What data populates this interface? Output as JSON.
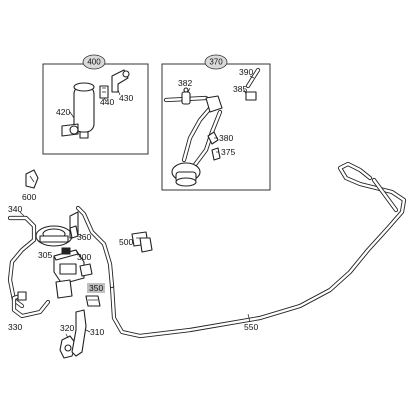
{
  "callout_groups": [
    {
      "id": "400",
      "labels": [
        "420",
        "440",
        "430"
      ]
    },
    {
      "id": "370",
      "labels": [
        "382",
        "390",
        "385",
        "380",
        "375"
      ]
    }
  ],
  "labels": {
    "l600": "600",
    "l340": "340",
    "l360": "360",
    "l305": "305",
    "l300": "300",
    "l500": "500",
    "l350": "350",
    "l330": "330",
    "l320": "320",
    "l310": "310",
    "l550": "550"
  },
  "colors": {
    "badge_fill": "#d9d9d9",
    "highlight_350": "#bfbfbf",
    "line": "#222222"
  }
}
